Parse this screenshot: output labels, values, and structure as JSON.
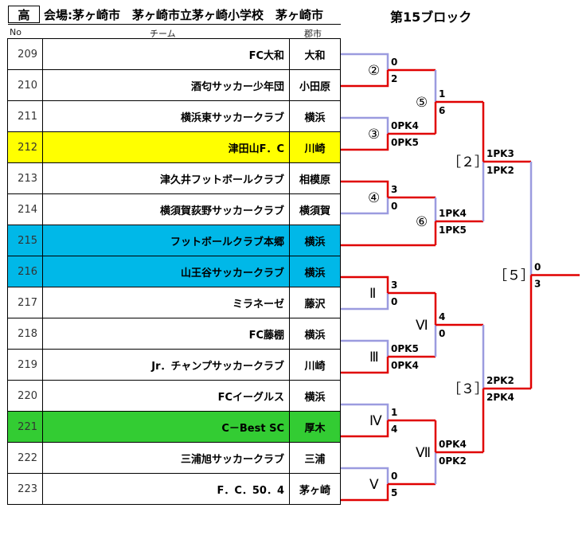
{
  "header": {
    "grade": "高",
    "venue": "会場:茅ヶ崎市　茅ヶ崎市立茅ヶ崎小学校　茅ヶ崎市",
    "block": "第15ブロック",
    "col_no": "No",
    "col_team": "チーム",
    "col_city": "郡市"
  },
  "colors": {
    "red": "#e00000",
    "blue": "#9b9bdf",
    "yellow": "#ffff00",
    "cyan": "#00b8e8",
    "green": "#33cc33"
  },
  "teams": [
    {
      "no": "209",
      "name": "FC大和",
      "city": "大和",
      "bg": "#ffffff"
    },
    {
      "no": "210",
      "name": "酒匂サッカー少年団",
      "city": "小田原",
      "bg": "#ffffff"
    },
    {
      "no": "211",
      "name": "横浜東サッカークラブ",
      "city": "横浜",
      "bg": "#ffffff"
    },
    {
      "no": "212",
      "name": "津田山F．C",
      "city": "川崎",
      "bg": "#ffff00"
    },
    {
      "no": "213",
      "name": "津久井フットボールクラブ",
      "city": "相模原",
      "bg": "#ffffff"
    },
    {
      "no": "214",
      "name": "横須賀荻野サッカークラブ",
      "city": "横須賀",
      "bg": "#ffffff"
    },
    {
      "no": "215",
      "name": "フットボールクラブ本郷",
      "city": "横浜",
      "bg": "#00b8e8"
    },
    {
      "no": "216",
      "name": "山王谷サッカークラブ",
      "city": "横浜",
      "bg": "#00b8e8"
    },
    {
      "no": "217",
      "name": "ミラネーゼ",
      "city": "藤沢",
      "bg": "#ffffff"
    },
    {
      "no": "218",
      "name": "FC藤棚",
      "city": "横浜",
      "bg": "#ffffff"
    },
    {
      "no": "219",
      "name": "Jr．チャンプサッカークラブ",
      "city": "川崎",
      "bg": "#ffffff"
    },
    {
      "no": "220",
      "name": "FCイーグルス",
      "city": "横浜",
      "bg": "#ffffff"
    },
    {
      "no": "221",
      "name": "C－Best SC",
      "city": "厚木",
      "bg": "#33cc33"
    },
    {
      "no": "222",
      "name": "三浦旭サッカークラブ",
      "city": "三浦",
      "bg": "#ffffff"
    },
    {
      "no": "223",
      "name": "F．C．50．4",
      "city": "茅ヶ崎",
      "bg": "#ffffff"
    }
  ],
  "bracket": {
    "labels": {
      "m2": "②",
      "m3": "③",
      "m4": "④",
      "m5": "⑤",
      "m6": "⑥",
      "mII": "Ⅱ",
      "mIII": "Ⅲ",
      "mIV": "Ⅳ",
      "mV": "Ⅴ",
      "mVI": "Ⅵ",
      "mVII": "Ⅶ",
      "b2": "［２］",
      "b3": "［３］",
      "b5": "［５］"
    },
    "scores": {
      "m2_top": "0",
      "m2_bot": "2",
      "m3_top": "0PK4",
      "m3_bot": "0PK5",
      "m5_top": "1",
      "m5_bot": "6",
      "m4_top": "3",
      "m4_bot": "0",
      "m6_top": "1PK4",
      "m6_bot": "1PK5",
      "b2_top": "1PK3",
      "b2_bot": "1PK2",
      "mII_top": "3",
      "mII_bot": "0",
      "mIII_top": "0PK5",
      "mIII_bot": "0PK4",
      "mVI_top": "4",
      "mVI_bot": "0",
      "mIV_top": "1",
      "mIV_bot": "4",
      "mV_top": "0",
      "mV_bot": "5",
      "mVII_top": "0PK4",
      "mVII_bot": "0PK2",
      "b3_top": "2PK2",
      "b3_bot": "2PK4",
      "b5_top": "0",
      "b5_bot": "3"
    }
  }
}
